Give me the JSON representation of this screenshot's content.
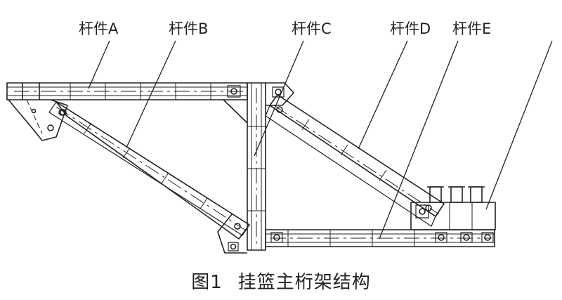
{
  "labels": {
    "member_a": "杆件A",
    "member_b": "杆件B",
    "member_c": "杆件C",
    "member_d": "杆件D",
    "member_e": "杆件E"
  },
  "caption": {
    "figure_no": "图1",
    "title": "挂篮主桁架结构"
  }
}
